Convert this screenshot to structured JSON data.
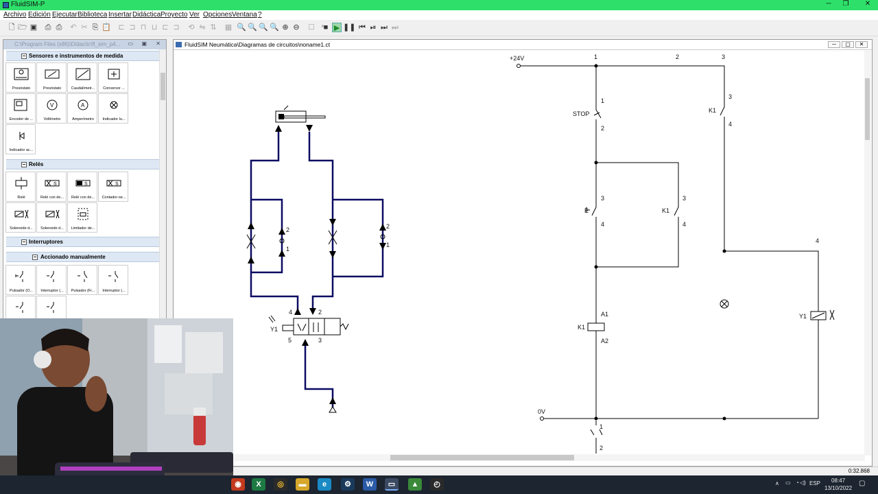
{
  "window": {
    "title": "FluidSIM-P",
    "controls": [
      "─",
      "❐",
      "✕"
    ]
  },
  "menu": [
    "Archivo",
    "Edición",
    "Ejecutar",
    "Biblioteca",
    "Insertar",
    "Didáctica",
    "Proyecto",
    "Ver",
    "Opciones",
    "Ventana",
    "?"
  ],
  "library": {
    "path": "C:\\Program Files (x86)\\Didactic\\fl_sim_p4...",
    "sections": {
      "sensores": "Sensores e instrumentos de medida",
      "reles": "Relés",
      "interruptores": "Interruptores",
      "accionado": "Accionado manualmente"
    },
    "sensores_items": [
      "Presóstato",
      "Presóstato",
      "Caudalímetr...",
      "Conversor ...",
      "Encoder de ...",
      "Voltímetro",
      "Amperímetro",
      "Indicador lu...",
      "Indicador ac..."
    ],
    "reles_items": [
      "Relé",
      "Relé con de...",
      "Relé con de...",
      "Contador-se...",
      "Solenoide d...",
      "Solenoide d...",
      "Limitador de..."
    ],
    "accionado_items": [
      "Pulsador (O...",
      "Interruptor (...",
      "Pulsador (Fr...",
      "Interruptor (...",
      "",
      ""
    ]
  },
  "document": {
    "title": "FluidSIM Neumática\\Diagramas de circuitos\\noname1.ct"
  },
  "circuit": {
    "supply_pos": "+24V",
    "supply_neg": "0V",
    "columns": [
      "1",
      "2",
      "3"
    ],
    "stop_label": "STOP",
    "k1": "K1",
    "y1": "Y1",
    "a1": "A1",
    "a2": "A2",
    "pins": {
      "p1": "1",
      "p2": "2",
      "p3": "3",
      "p4": "4",
      "p5": "5"
    },
    "start_marker": "E"
  },
  "status": {
    "time": "0:32.868"
  },
  "taskbar": {
    "lang": "ESP",
    "clock": "08:47",
    "date": "13/10/2022"
  }
}
